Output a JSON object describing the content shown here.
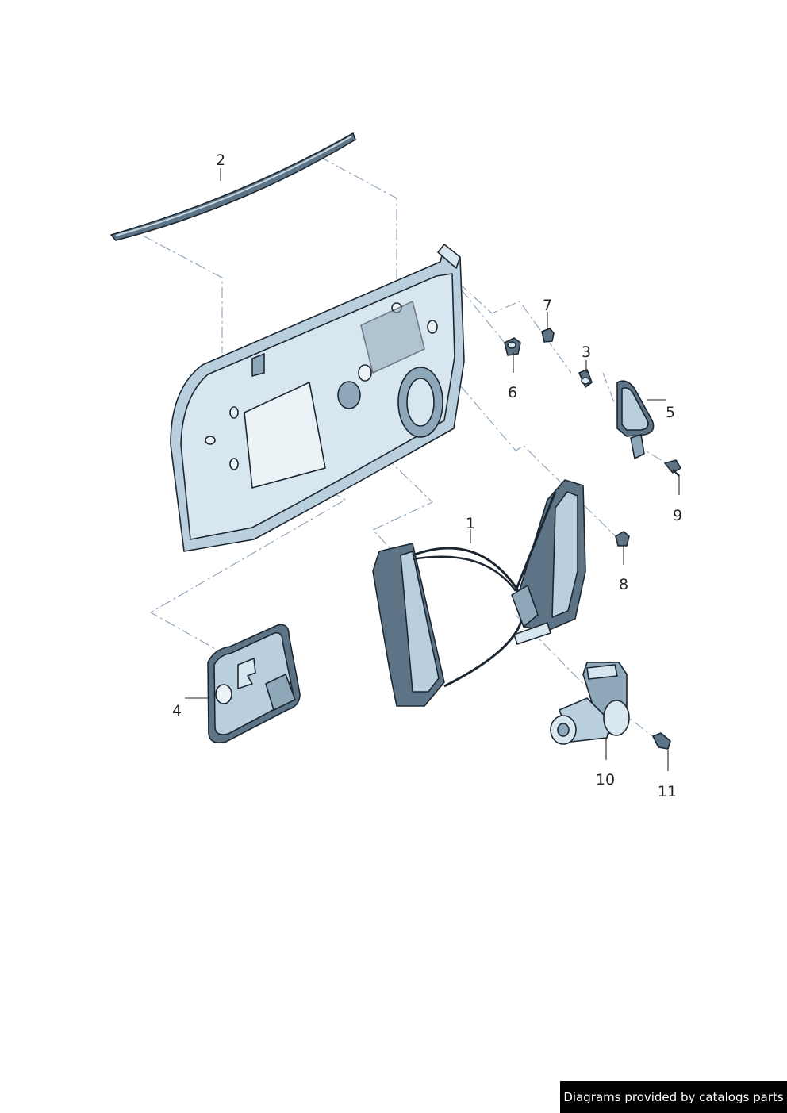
{
  "callouts": [
    {
      "id": "1",
      "label": "1"
    },
    {
      "id": "2",
      "label": "2"
    },
    {
      "id": "3",
      "label": "3"
    },
    {
      "id": "4",
      "label": "4"
    },
    {
      "id": "5",
      "label": "5"
    },
    {
      "id": "6",
      "label": "6"
    },
    {
      "id": "7",
      "label": "7"
    },
    {
      "id": "8",
      "label": "8"
    },
    {
      "id": "9",
      "label": "9"
    },
    {
      "id": "10",
      "label": "10"
    },
    {
      "id": "11",
      "label": "11"
    }
  ],
  "footer": {
    "text": "Diagrams provided by catalogs parts"
  },
  "colors": {
    "part_fill": "#b9cfdd",
    "part_dark": "#5d7486",
    "outline": "#1c2630",
    "dash": "#8aa0b8"
  }
}
